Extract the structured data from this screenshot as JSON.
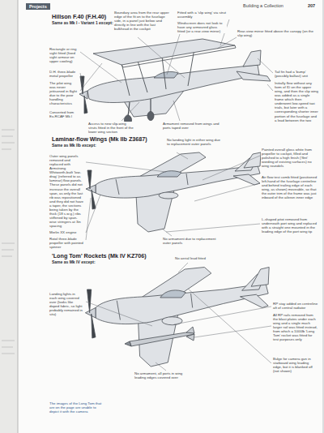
{
  "diagram": {
    "labels": [
      "Projects",
      "Building a Collection",
      "207",
      "Hillson F.40 (F.H.40)",
      "Same as Mk I - Variant 1 except:",
      "Boundary area from the rear upper edge of the fit on to the fuselage side, in a panel just below and directly in line with the last bulkhead in the cockpit",
      "Fitted with a 'slip wing' via strut assembly",
      "Windscreen does not look to have any armoured glass fitted (or a rear-view mirror)",
      "Rear-view mirror fitted above the canopy (on the slip wing)",
      "Rectangle or ring sight fitted (fixed sight armour on upper cowling)",
      "D.H. three-blade metal propeller",
      "The pilot wing was never jettisoned in flight due to the poor handling characteristics",
      "Converted from Ex-RCAF Mk I",
      "Access to new slip-wing struts fitted in the front of the lower wing section",
      "Armament removed from wings and ports taped over",
      "Tail fin had a 'bump' (possibly ballast) unit",
      "Initially flew without any form of ID on the upper wing, and then the slip wing was added as a single frame which then underwent low-speed taxi trials, but later with a corresponding shorter inner portion of the fuselage and a lead between the two",
      "Laminar-flow Wings (Mk IIb Z3687)",
      "Same as Mk IIb except:",
      "No landing light in either wing due to replacement outer panels",
      "Outer wing panels removed and replaced with Armstrong Whitworth-built 'low-drag' (referred to as laminar) flow panels. These panels did not increase the overall span, as only the last rib was repositioned and they did not have a taper, the sections being taken by the thick (18 s.w.g.) ribs stiffened by span-wise stringers at 3in spacing",
      "Merlin XX engine",
      "Rotol three-blade propeller with pointed spinner",
      "No armament due to replacement outer panels",
      "Painted overall gloss white from propeller to cockpit, filled and polished to a high finish ('flint' wording of existing surfaces) no wing roundels",
      "Air flow test comb fitted (positioned left-hand of the fuselage centreline and behind trailing edge of each wing, as shown) moveable, so that the outer trim of the frame was just inboard of the aileron inner edge",
      "L-shaped pitot removed from underneath port wing and replaced with a straight one mounted in the leading edge of the port wing tip",
      "'Long Tom' Rockets (Mk IV KZ706)",
      "Same as Mk IV except:",
      "No aerial lead fitted",
      "Landing lights in each wing covered over (looks like doped fabric, so light probably remained in situ)",
      "RP stay added on centreline aft of central radiator",
      "All RP rails removed from the blast plates under each wing and a single much larger rail was fitted instead, from which a 1000lb 'Long Tom' rocket was fitted for test purposes only",
      "No armament, all ports in wing leading edges covered over",
      "Bulge for camera gun in starboard wing leading edge, but it is blanked off (not shown)",
      "The images of the Long Tom that are on the page are unable to depict it with the camera"
    ]
  }
}
